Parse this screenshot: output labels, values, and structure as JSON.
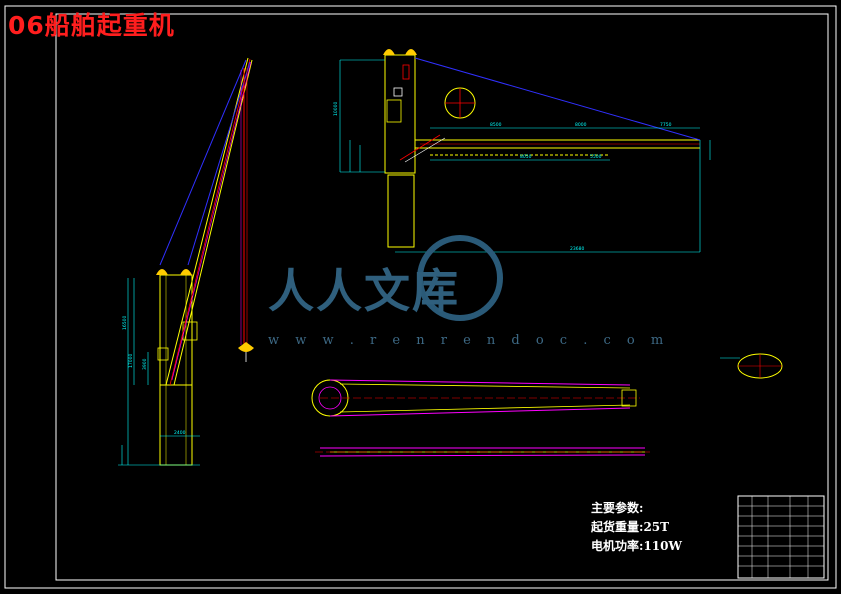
{
  "drawing": {
    "title": "06船舶起重机",
    "parameters": {
      "heading": "主要参数:",
      "lift_capacity_label": "起货重量:",
      "lift_capacity_value": "25T",
      "motor_power_label": "电机功率:",
      "motor_power_value": "110W"
    },
    "dimensions": {
      "top_view": [
        "8500",
        "8000",
        "7750",
        "8050",
        "5500",
        "23680",
        "10000"
      ],
      "side_view": [
        "16500",
        "17000",
        "3900",
        "2400"
      ]
    },
    "watermark": {
      "text": "人人文库",
      "url": "w w w . r e n r e n d o c . c o m"
    },
    "colors": {
      "background": "#000000",
      "frame": "#ffffff",
      "outline": "#ffff00",
      "centerline": "#ff0000",
      "cable": "#3030ff",
      "dimension": "#00ffff",
      "accent": "#ff00ff"
    }
  }
}
